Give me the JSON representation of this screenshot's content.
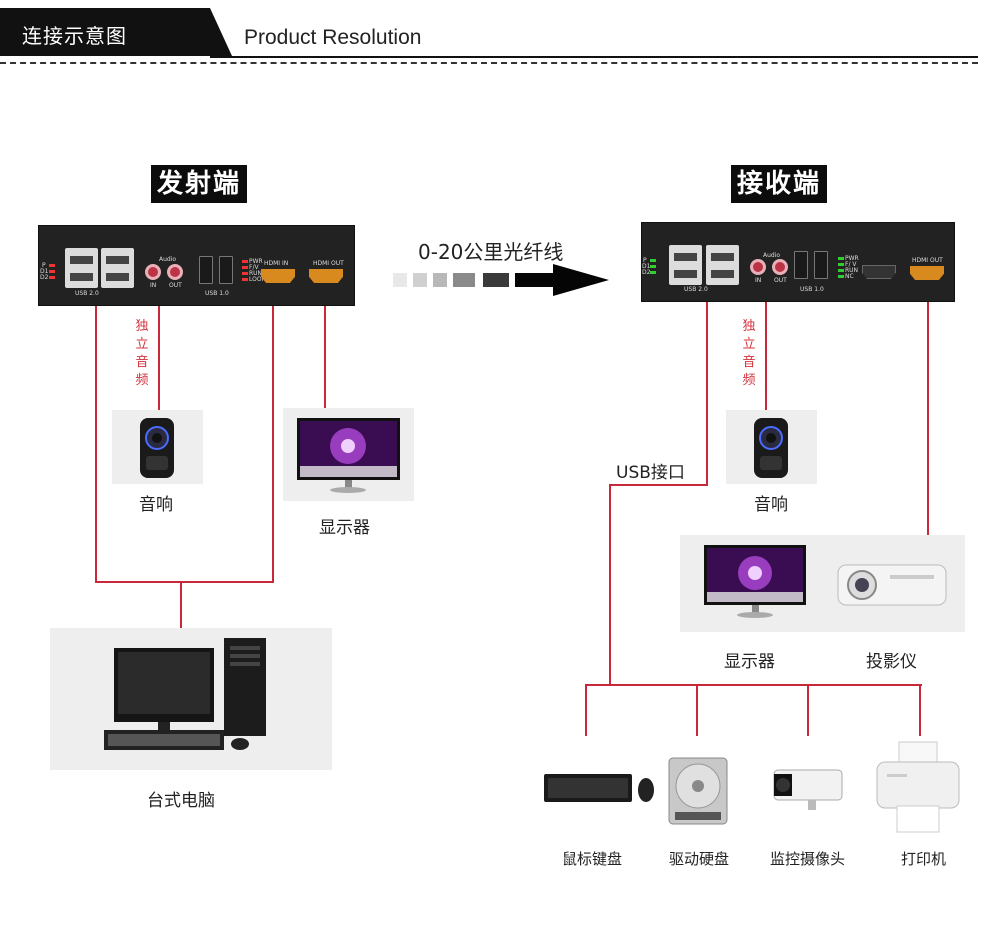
{
  "header": {
    "title_cn": "连接示意图",
    "title_en": "Product Resolution"
  },
  "transmitter": {
    "title": "发射端",
    "led_labels": [
      "P",
      "D1",
      "D2"
    ],
    "usb_label": "USB 2.0",
    "audio_label": "Audio",
    "audio_in": "IN",
    "audio_out": "OUT",
    "usb1_label": "USB 1.0",
    "status_labels": [
      "PWR",
      "F/V",
      "RUN",
      "LOOP"
    ],
    "hdmi_in": "HDMI IN",
    "hdmi_out": "HDMI OUT"
  },
  "receiver": {
    "title": "接收端",
    "led_labels": [
      "P",
      "D1",
      "D2"
    ],
    "usb_label": "USB 2.0",
    "audio_label": "Audio",
    "audio_in": "IN",
    "audio_out": "OUT",
    "usb1_label": "USB 1.0",
    "status_labels": [
      "PWR",
      "F/ V",
      "RUN",
      "NC"
    ],
    "hdmi_out": "HDMI OUT"
  },
  "link": {
    "label": "0-20公里光纤线"
  },
  "left": {
    "audio_vertical": "独立音频",
    "speaker": "音响",
    "monitor": "显示器",
    "pc": "台式电脑"
  },
  "right": {
    "audio_vertical": "独立音频",
    "usb_iface": "USB接口",
    "speaker": "音响",
    "monitor": "显示器",
    "projector": "投影仪",
    "keyboard_mouse": "鼠标键盘",
    "hard_drive": "驱动硬盘",
    "camera": "监控摄像头",
    "printer": "打印机"
  },
  "colors": {
    "line": "#c8283a",
    "device": "#222222",
    "panel": "#eeeeee"
  }
}
